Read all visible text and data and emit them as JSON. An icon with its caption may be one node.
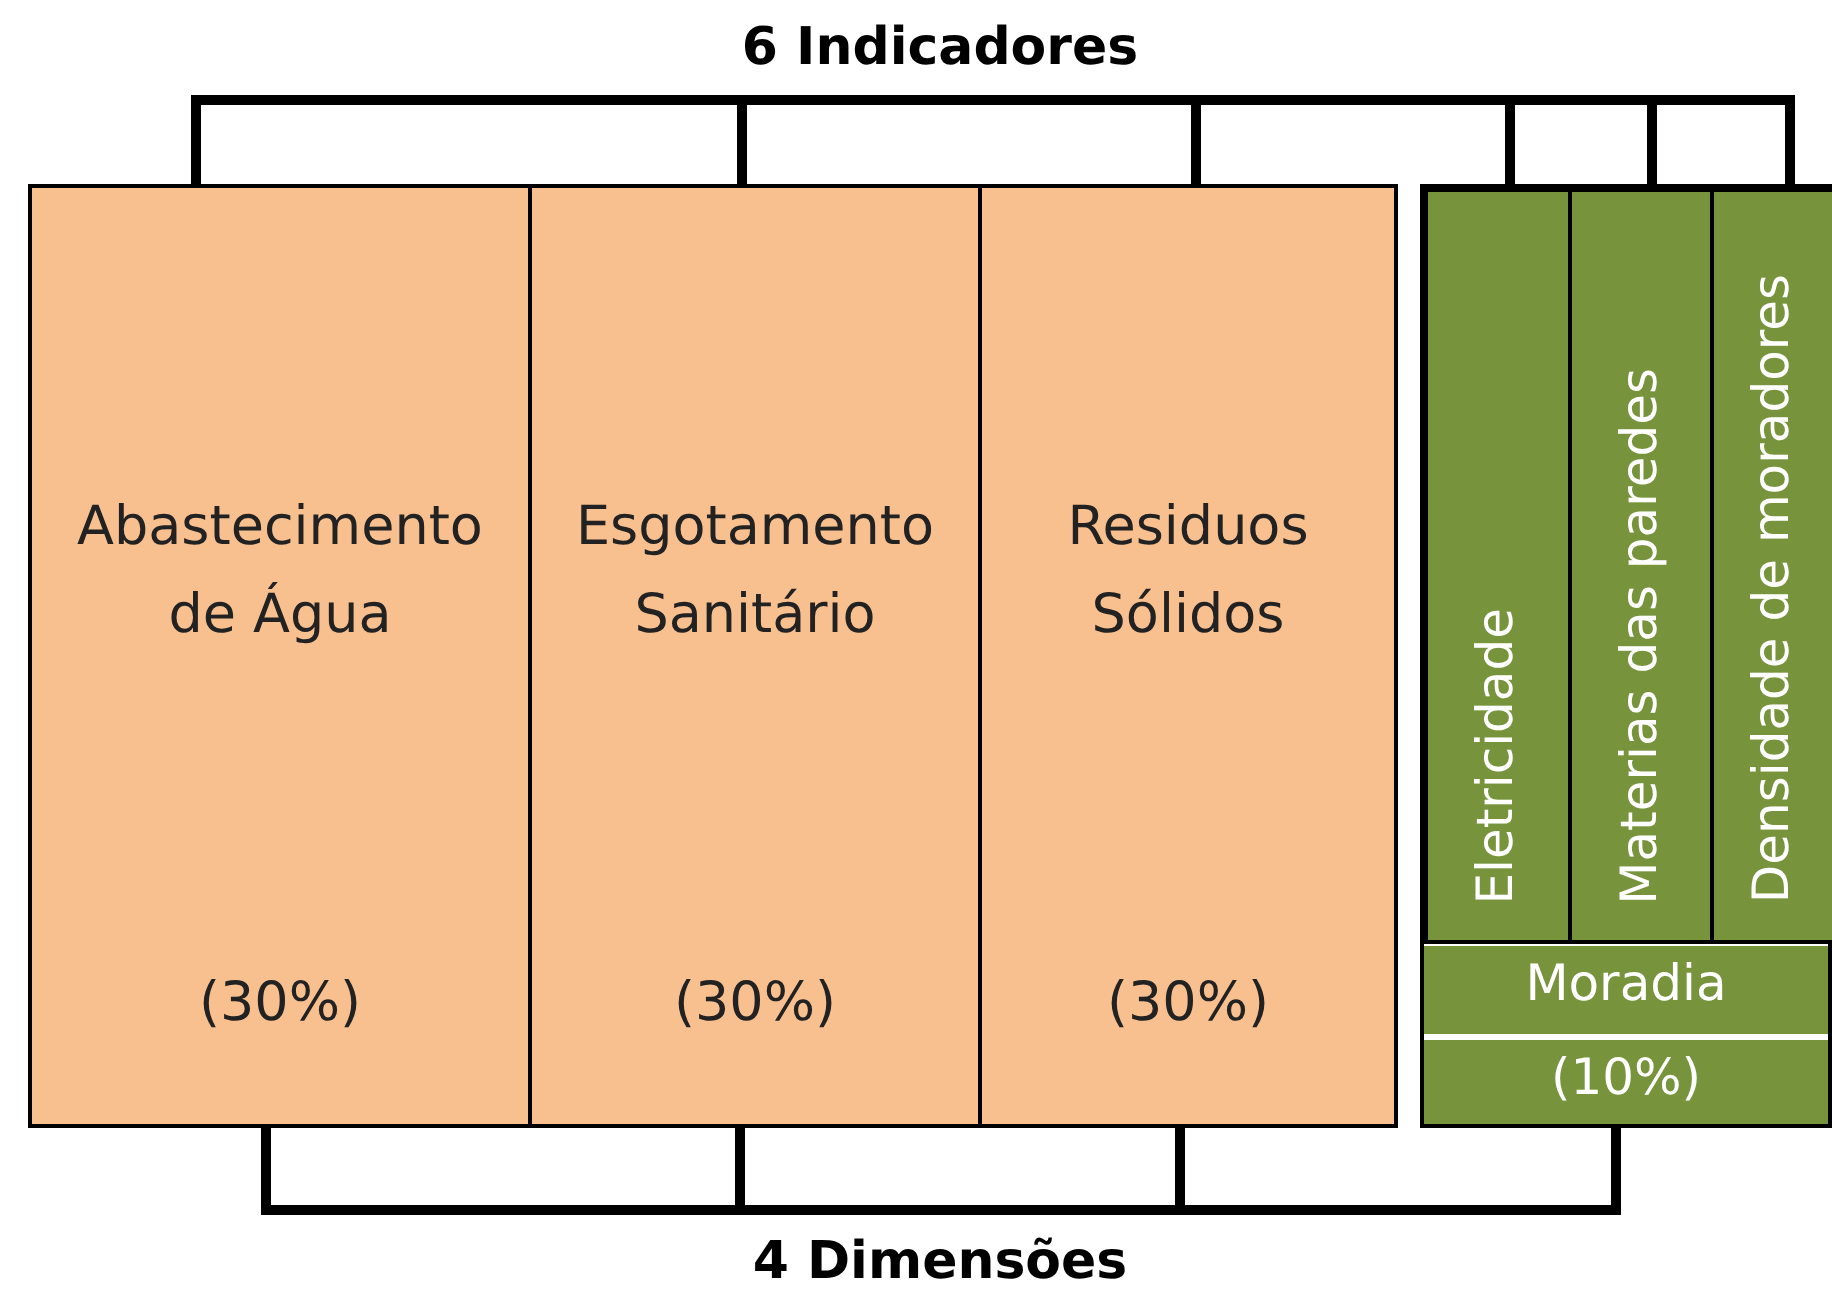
{
  "diagram": {
    "nodes": [
      {
        "text": [
          "Abastecimento de Água",
          "(30%)"
        ]
      },
      {
        "text": [
          "Esgotamento Sanitário",
          "(30%)"
        ]
      },
      {
        "text": [
          "Residuos Sólidos",
          "(30%)"
        ]
      },
      {
        "text": [
          "Moradia",
          "(10%)"
        ]
      },
      {
        "text": [
          "Eletricidade"
        ],
        "in": 3
      },
      {
        "text": [
          "Materias das paredes"
        ],
        "in": 3
      },
      {
        "text": [
          "Densidade de moradores"
        ],
        "in": 3
      }
    ],
    "edges": [],
    "labels": [
      "6 Indicadores",
      "4 Dimensões"
    ]
  }
}
